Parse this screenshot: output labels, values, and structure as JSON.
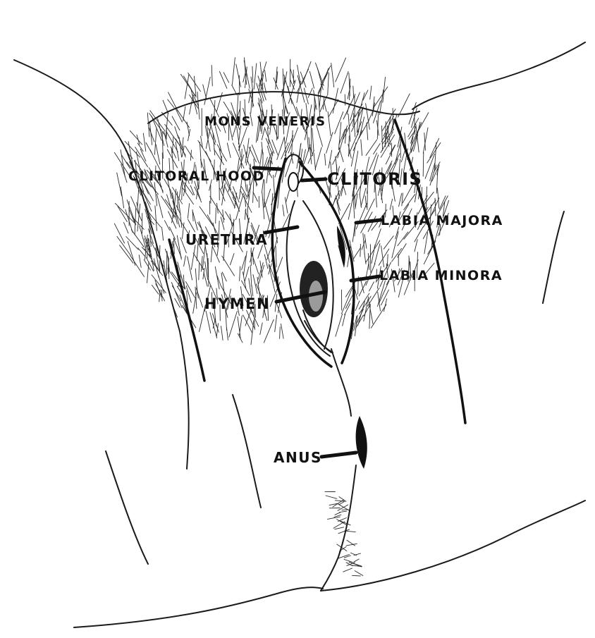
{
  "diagram": {
    "labels": {
      "mons_veneris": "MONS VENERIS",
      "clitoral_hood": "CLITORAL HOOD",
      "clitoris": "CLITORIS",
      "labia_majora": "LABIA MAJORA",
      "urethra": "URETHRA",
      "labia_minora": "LABIA MINORA",
      "hymen": "HYMEN",
      "anus": "ANUS"
    },
    "colors": {
      "ink": "#111111",
      "background": "#ffffff"
    }
  }
}
